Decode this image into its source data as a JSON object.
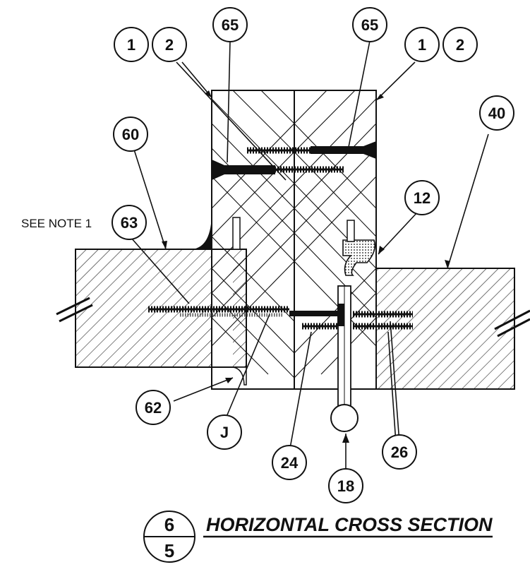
{
  "callouts": {
    "c1_left": "1",
    "c2_left": "2",
    "c65_left": "65",
    "c65_right": "65",
    "c1_right": "1",
    "c2_right": "2",
    "c40": "40",
    "c60": "60",
    "c63": "63",
    "c12": "12",
    "c62": "62",
    "cJ": "J",
    "c24": "24",
    "c26": "26",
    "c18": "18"
  },
  "note": "SEE NOTE 1",
  "title": {
    "detail_number": "6",
    "sheet_number": "5",
    "label": "HORIZONTAL CROSS SECTION"
  },
  "colors": {
    "ink": "#111111",
    "background": "#ffffff",
    "fill_light": "#ffffff"
  }
}
